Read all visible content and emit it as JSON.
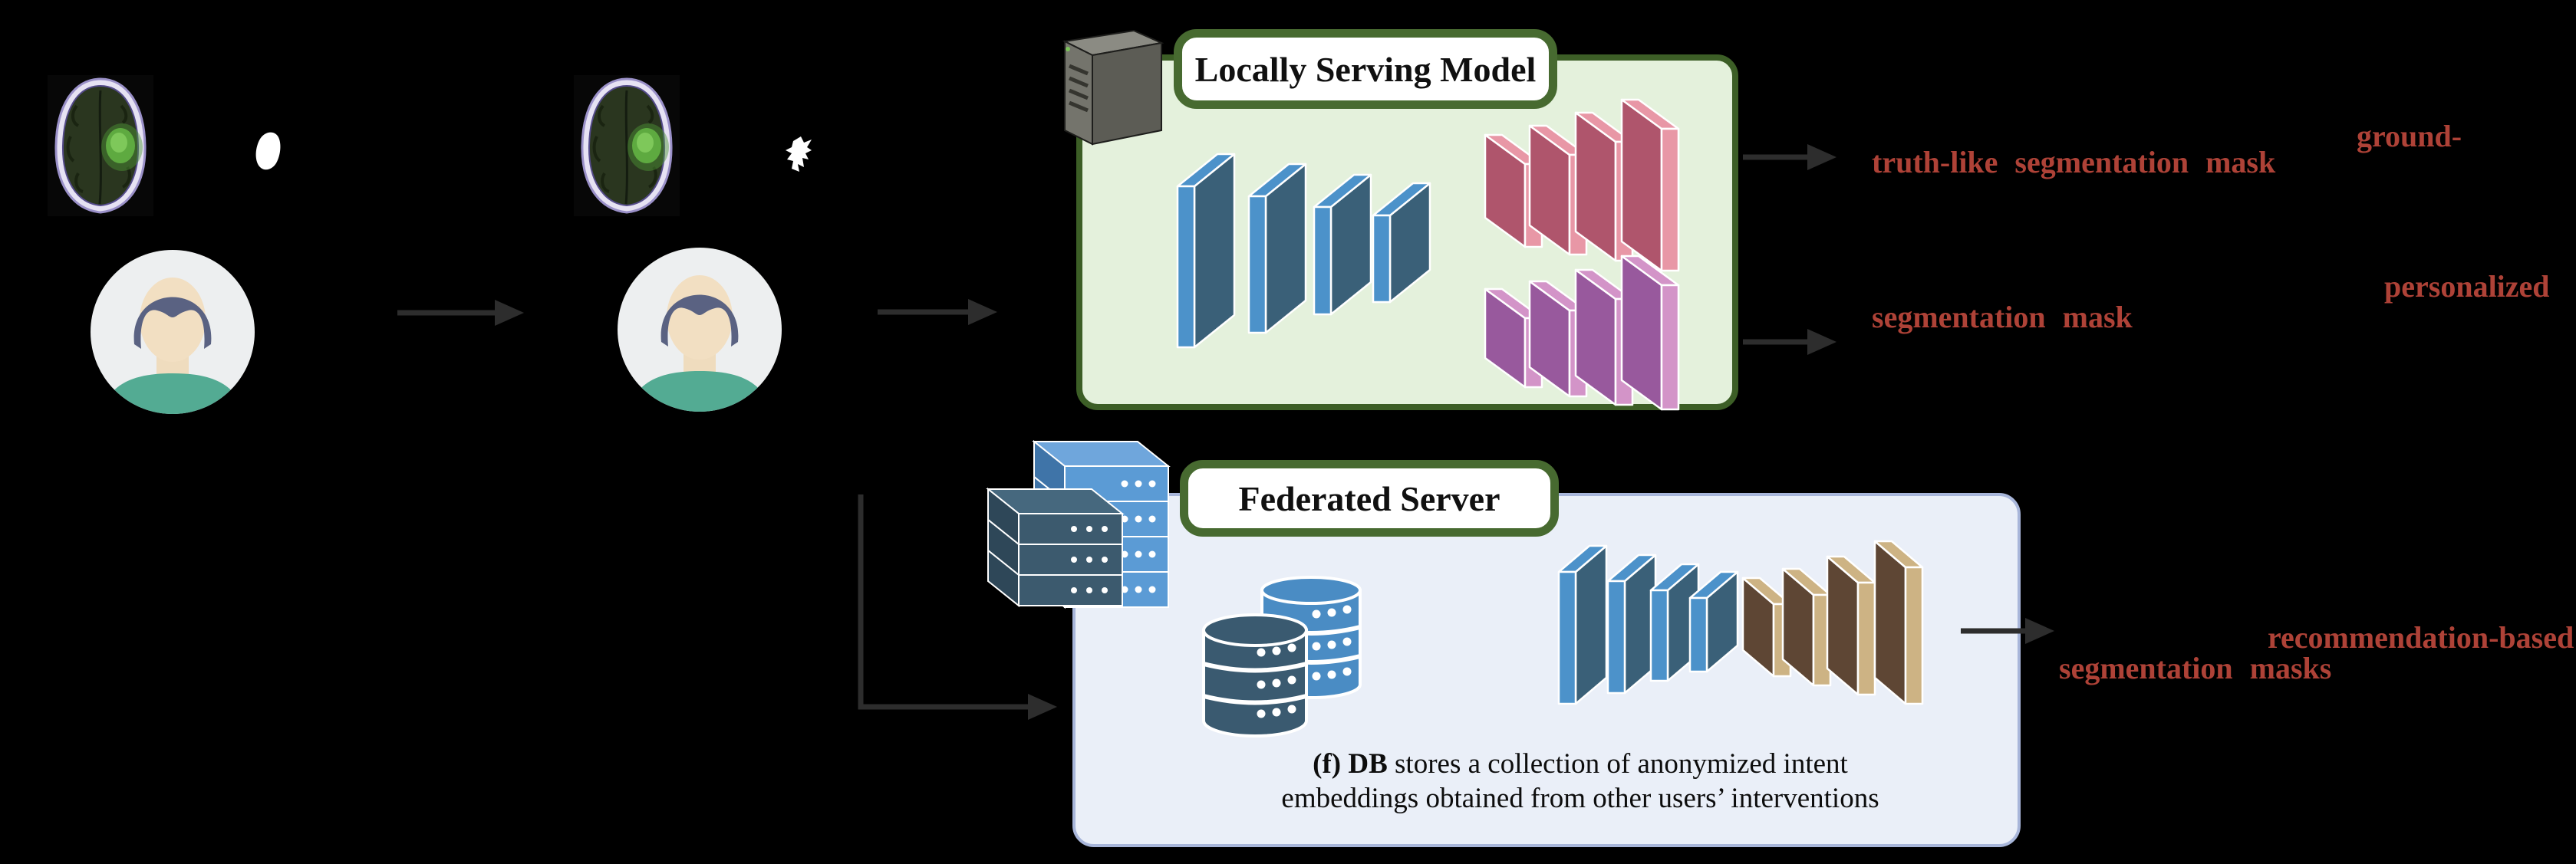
{
  "local_model": {
    "title": "Locally Serving Model"
  },
  "federated": {
    "title": "Federated Server",
    "caption_bold": "(f) DB",
    "caption_line1_rest": " stores a collection of anonymized intent",
    "caption_line2": "embeddings obtained from other users’ interventions"
  },
  "labels": {
    "ground_line1": "ground-",
    "ground_line2": "truth-like segmentation mask",
    "personalized_line1": "personalized",
    "personalized_line2": "segmentation mask",
    "recommendation_line1": "recommendation-based",
    "recommendation_line2": "segmentation masks"
  },
  "colors": {
    "background": "#000000",
    "label_red": "#AE4237",
    "local_box_fill": "#E4F1DC",
    "local_box_border": "#3C5E26",
    "pill_border": "#476A30",
    "federated_box_fill": "#EAEFF8",
    "federated_box_border": "#A8B6DA",
    "bar_blue_light": "#4C92CA",
    "bar_blue_dark": "#3A6078",
    "bar_pink_light": "#E897A6",
    "bar_pink_dark": "#AF556C",
    "bar_purple_light": "#D394C8",
    "bar_purple_dark": "#98599D",
    "bar_tan_light": "#CDB384",
    "bar_brown_dark": "#5E4634",
    "database_blue": "#4A8CC4",
    "database_dark": "#3A5A70",
    "avatar_shirt": "#53AB93",
    "avatar_hair": "#5A6282",
    "tumor_green": "#63B243",
    "arrow": "#2D2D2D"
  }
}
